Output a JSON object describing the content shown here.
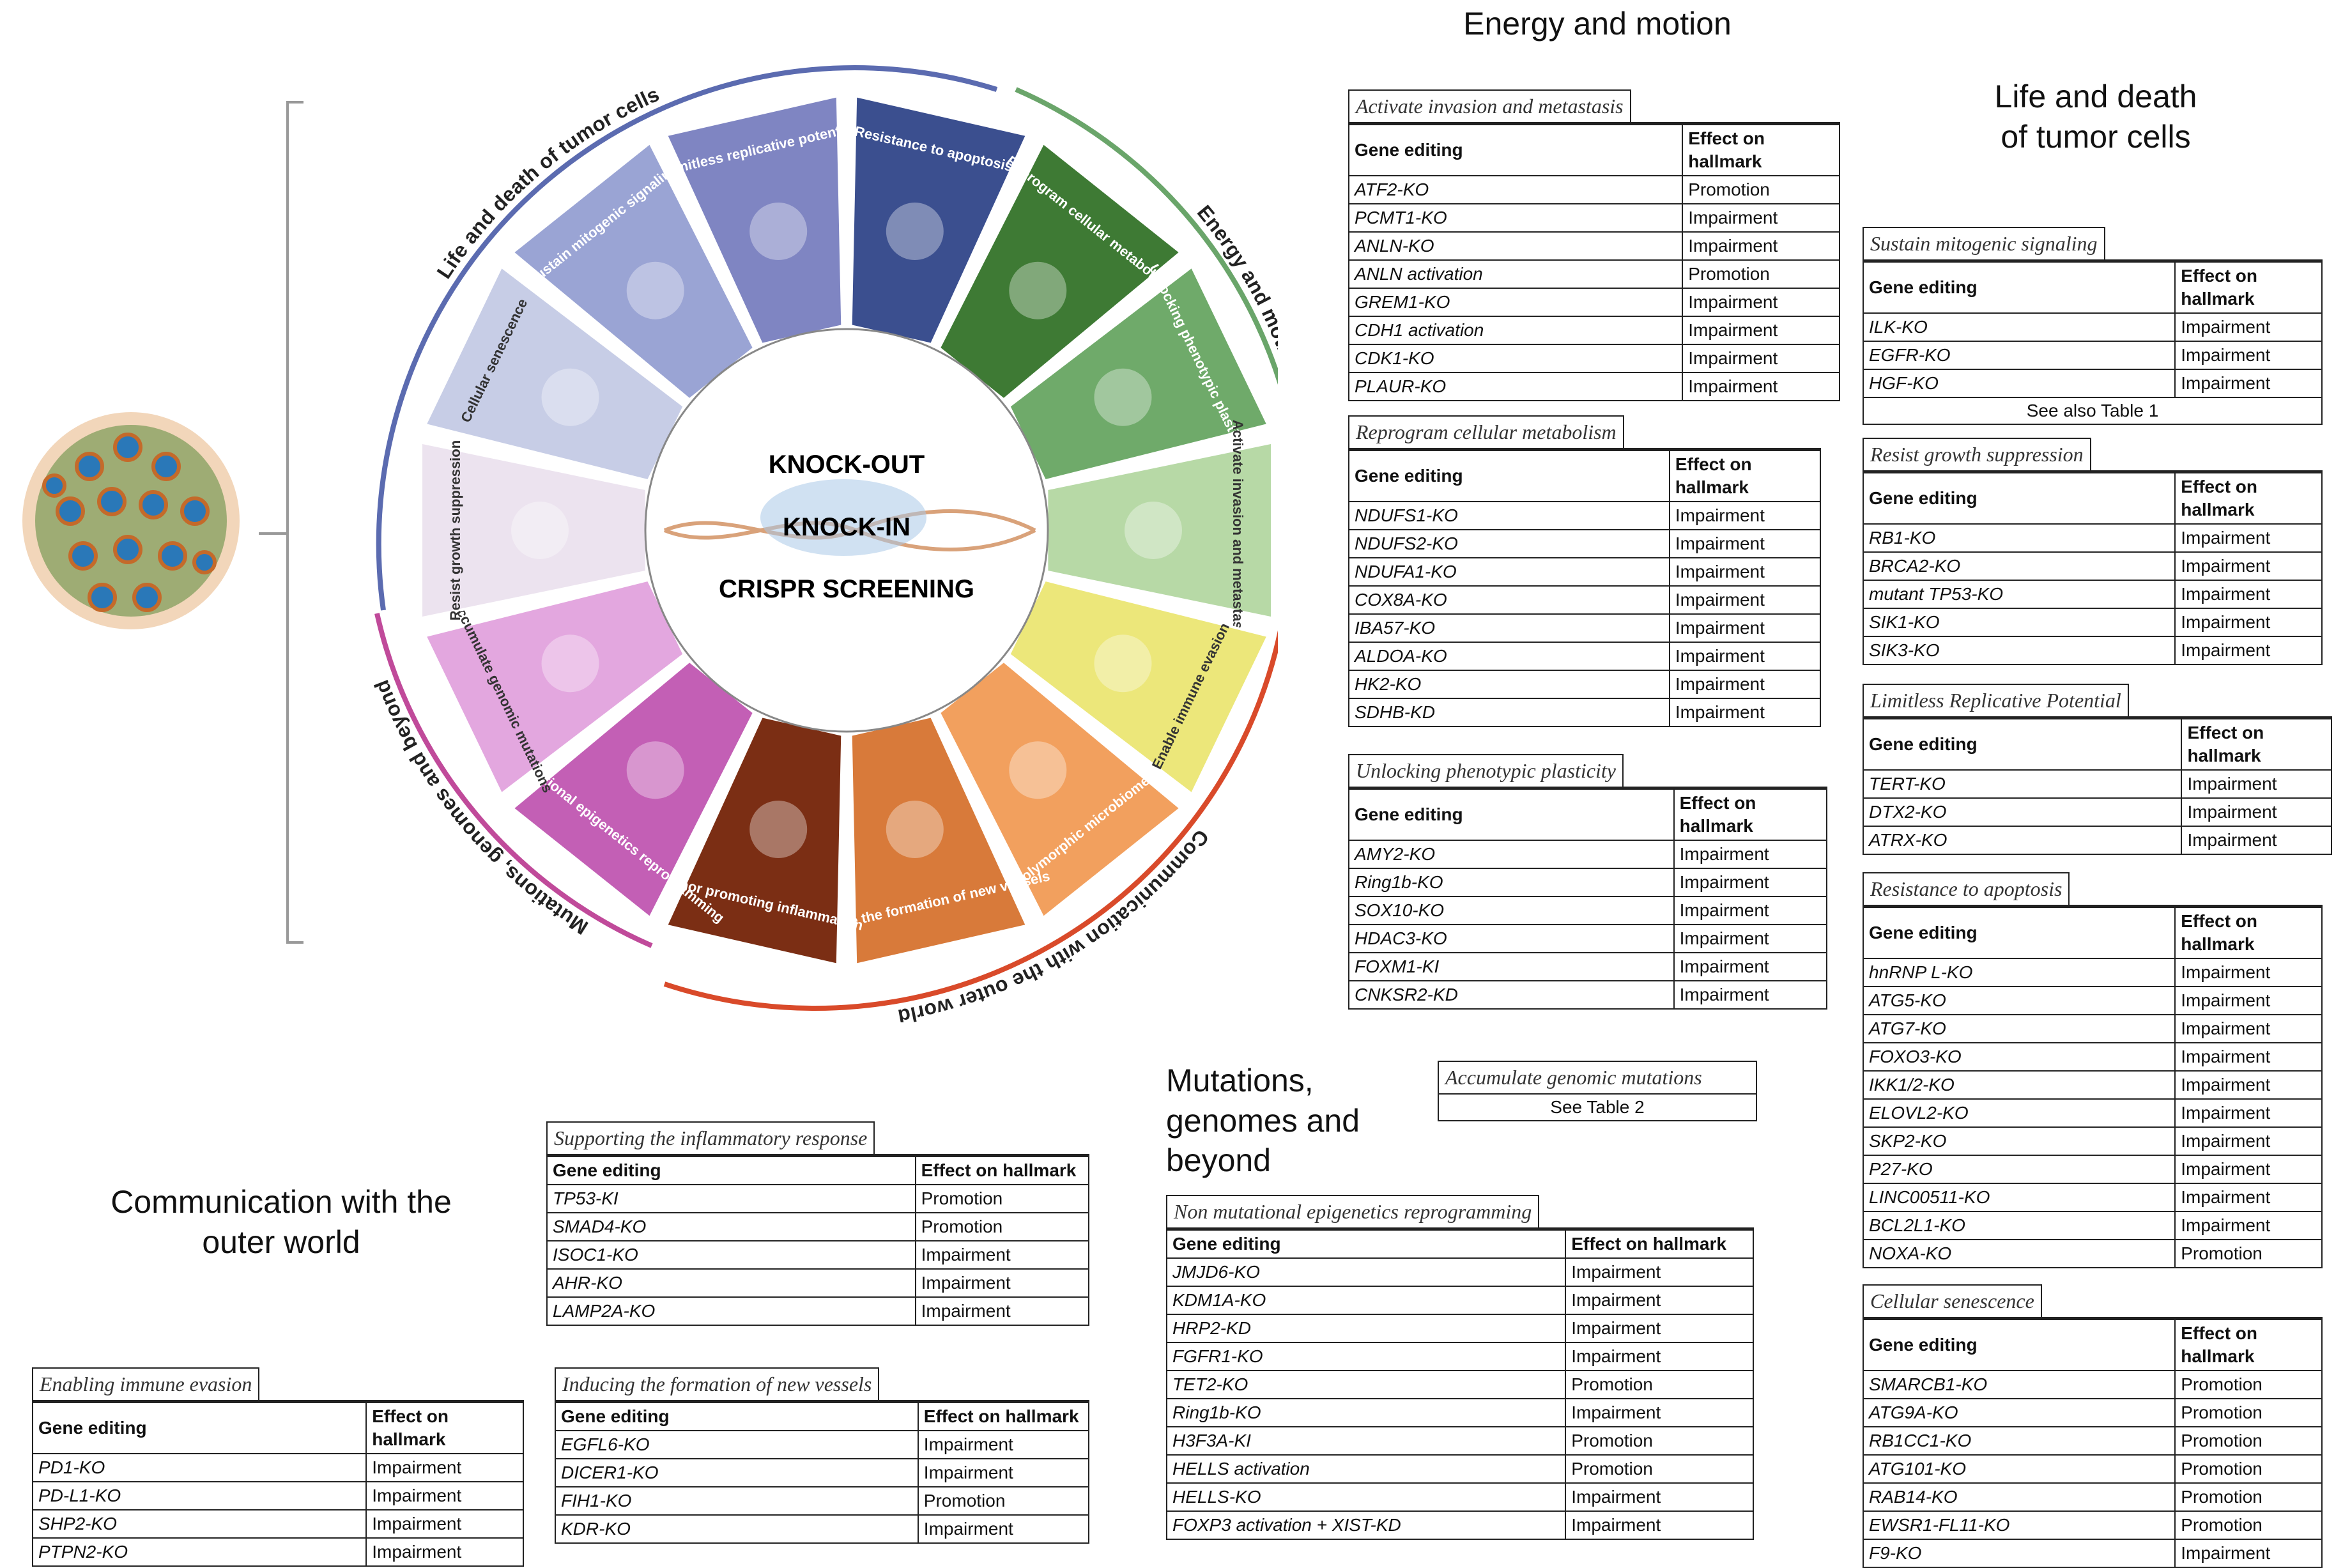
{
  "center": {
    "line1": "KNOCK-OUT",
    "line2": "KNOCK-IN",
    "line3": "CRISPR SCREENING"
  },
  "wheel": {
    "segments": [
      {
        "label": "Limitless replicative potential",
        "color": "#7f85c2",
        "icon": "infinity-icon"
      },
      {
        "label": "Resistance to apoptosis",
        "color": "#3b4f8f",
        "icon": "cross-icon"
      },
      {
        "label": "Reprogram cellular metabolism",
        "color": "#3e7a34",
        "icon": "atom-icon"
      },
      {
        "label": "Unlocking phenotypic plasticity",
        "color": "#6faa6a",
        "icon": "key-icon"
      },
      {
        "label": "Activate invasion and metastasis",
        "color": "#b7d9a6",
        "icon": "cell-icon"
      },
      {
        "label": "Enable immune evasion",
        "color": "#ece77a",
        "icon": "immune-cells-icon"
      },
      {
        "label": "Polymorphic microbiomes",
        "color": "#f2a05e",
        "icon": "bacteria-icon"
      },
      {
        "label": "Induce the formation of new vessels",
        "color": "#d87a3a",
        "icon": "vessel-icon"
      },
      {
        "label": "Tumor promoting inflammation",
        "color": "#7b2e14",
        "icon": "flame-icon"
      },
      {
        "label": "Non mutational epigenetics reprogramming",
        "color": "#c35fb5",
        "icon": "chromatin-icon"
      },
      {
        "label": "Accumulate genomic mutations",
        "color": "#e3a7df",
        "icon": "dna-icon"
      },
      {
        "label": "Resist growth suppression",
        "color": "#ece3ef",
        "icon": "stop-icon"
      },
      {
        "label": "Cellular senescence",
        "color": "#c7cde6",
        "icon": "leaf-icon"
      },
      {
        "label": "Sustain mitogenic signaling",
        "color": "#9aa4d4",
        "icon": "arrow-icon"
      }
    ],
    "rings": [
      {
        "label": "Life and death of tumor cells",
        "color": "#5b6bb0"
      },
      {
        "label": "Energy and motion",
        "color": "#6aa56a"
      },
      {
        "label": "Communication with the outer world",
        "color": "#d94a2a"
      },
      {
        "label": "Mutations, genomes and beyond",
        "color": "#c04a9a"
      }
    ]
  },
  "headings": {
    "energy": "Energy and motion",
    "life_line1": "Life and death",
    "life_line2": "of tumor cells",
    "mutations_line1": "Mutations,",
    "mutations_line2": "genomes and",
    "mutations_line3": "beyond",
    "comm_line1": "Communication with the",
    "comm_line2": "outer world"
  },
  "accumulate": {
    "title": "Accumulate genomic mutations",
    "note": "See Table 2"
  },
  "tables": {
    "invasion": {
      "title": "Activate invasion and metastasis",
      "headers": [
        "Gene editing",
        "Effect on hallmark"
      ],
      "rows": [
        [
          "ATF2-KO",
          "Promotion"
        ],
        [
          "PCMT1-KO",
          "Impairment"
        ],
        [
          "ANLN-KO",
          "Impairment"
        ],
        [
          "ANLN activation",
          "Promotion"
        ],
        [
          "GREM1-KO",
          "Impairment"
        ],
        [
          "CDH1 activation",
          "Impairment"
        ],
        [
          "CDK1-KO",
          "Impairment"
        ],
        [
          "PLAUR-KO",
          "Impairment"
        ]
      ]
    },
    "metabolism": {
      "title": "Reprogram cellular metabolism",
      "headers": [
        "Gene editing",
        "Effect on hallmark"
      ],
      "rows": [
        [
          "NDUFS1-KO",
          "Impairment"
        ],
        [
          "NDUFS2-KO",
          "Impairment"
        ],
        [
          "NDUFA1-KO",
          "Impairment"
        ],
        [
          "COX8A-KO",
          "Impairment"
        ],
        [
          "IBA57-KO",
          "Impairment"
        ],
        [
          "ALDOA-KO",
          "Impairment"
        ],
        [
          "HK2-KO",
          "Impairment"
        ],
        [
          "SDHB-KD",
          "Impairment"
        ]
      ]
    },
    "plasticity": {
      "title": "Unlocking phenotypic plasticity",
      "headers": [
        "Gene editing",
        "Effect on hallmark"
      ],
      "rows": [
        [
          "AMY2-KO",
          "Impairment"
        ],
        [
          "Ring1b-KO",
          "Impairment"
        ],
        [
          "SOX10-KO",
          "Impairment"
        ],
        [
          "HDAC3-KO",
          "Impairment"
        ],
        [
          "FOXM1-KI",
          "Impairment"
        ],
        [
          "CNKSR2-KD",
          "Impairment"
        ]
      ]
    },
    "mitogenic": {
      "title": "Sustain mitogenic signaling",
      "headers": [
        "Gene editing",
        "Effect on hallmark"
      ],
      "rows": [
        [
          "ILK-KO",
          "Impairment"
        ],
        [
          "EGFR-KO",
          "Impairment"
        ],
        [
          "HGF-KO",
          "Impairment"
        ]
      ],
      "note": "See also Table 1"
    },
    "growth": {
      "title": "Resist growth suppression",
      "headers": [
        "Gene editing",
        "Effect on hallmark"
      ],
      "rows": [
        [
          "RB1-KO",
          "Impairment"
        ],
        [
          "BRCA2-KO",
          "Impairment"
        ],
        [
          "mutant TP53-KO",
          "Impairment"
        ],
        [
          "SIK1-KO",
          "Impairment"
        ],
        [
          "SIK3-KO",
          "Impairment"
        ]
      ]
    },
    "replicative": {
      "title": "Limitless Replicative Potential",
      "headers": [
        "Gene editing",
        "Effect on hallmark"
      ],
      "rows": [
        [
          "TERT-KO",
          "Impairment"
        ],
        [
          "DTX2-KO",
          "Impairment"
        ],
        [
          "ATRX-KO",
          "Impairment"
        ]
      ]
    },
    "apoptosis": {
      "title": "Resistance to apoptosis",
      "headers": [
        "Gene editing",
        "Effect on hallmark"
      ],
      "rows": [
        [
          "hnRNP L-KO",
          "Impairment"
        ],
        [
          "ATG5-KO",
          "Impairment"
        ],
        [
          "ATG7-KO",
          "Impairment"
        ],
        [
          "FOXO3-KO",
          "Impairment"
        ],
        [
          "IKK1/2-KO",
          "Impairment"
        ],
        [
          "ELOVL2-KO",
          "Impairment"
        ],
        [
          "SKP2-KO",
          "Impairment"
        ],
        [
          "P27-KO",
          "Impairment"
        ],
        [
          "LINC00511-KO",
          "Impairment"
        ],
        [
          "BCL2L1-KO",
          "Impairment"
        ],
        [
          "NOXA-KO",
          "Promotion"
        ]
      ]
    },
    "senescence": {
      "title": "Cellular senescence",
      "headers": [
        "Gene editing",
        "Effect on hallmark"
      ],
      "rows": [
        [
          "SMARCB1-KO",
          "Promotion"
        ],
        [
          "ATG9A-KO",
          "Promotion"
        ],
        [
          "RB1CC1-KO",
          "Promotion"
        ],
        [
          "ATG101-KO",
          "Promotion"
        ],
        [
          "RAB14-KO",
          "Promotion"
        ],
        [
          "EWSR1-FL11-KO",
          "Promotion"
        ],
        [
          "F9-KO",
          "Impairment"
        ]
      ]
    },
    "epigenetics": {
      "title": "Non mutational epigenetics reprogramming",
      "headers": [
        "Gene editing",
        "Effect on hallmark"
      ],
      "rows": [
        [
          "JMJD6-KO",
          "Impairment"
        ],
        [
          "KDM1A-KO",
          "Impairment"
        ],
        [
          "HRP2-KD",
          "Impairment"
        ],
        [
          "FGFR1-KO",
          "Impairment"
        ],
        [
          "TET2-KO",
          "Promotion"
        ],
        [
          "Ring1b-KO",
          "Impairment"
        ],
        [
          "H3F3A-KI",
          "Promotion"
        ],
        [
          "HELLS activation",
          "Promotion"
        ],
        [
          "HELLS-KO",
          "Impairment"
        ],
        [
          "FOXP3 activation + XIST-KD",
          "Impairment"
        ]
      ]
    },
    "inflammatory": {
      "title": "Supporting the inflammatory response",
      "headers": [
        "Gene editing",
        "Effect on hallmark"
      ],
      "rows": [
        [
          "TP53-KI",
          "Promotion"
        ],
        [
          "SMAD4-KO",
          "Promotion"
        ],
        [
          "ISOC1-KO",
          "Impairment"
        ],
        [
          "AHR-KO",
          "Impairment"
        ],
        [
          "LAMP2A-KO",
          "Impairment"
        ]
      ]
    },
    "immune": {
      "title": "Enabling immune evasion",
      "headers": [
        "Gene editing",
        "Effect on hallmark"
      ],
      "rows": [
        [
          "PD1-KO",
          "Impairment"
        ],
        [
          "PD-L1-KO",
          "Impairment"
        ],
        [
          "SHP2-KO",
          "Impairment"
        ],
        [
          "PTPN2-KO",
          "Impairment"
        ]
      ]
    },
    "vessels": {
      "title": "Inducing the formation of new vessels",
      "headers": [
        "Gene editing",
        "Effect on hallmark"
      ],
      "rows": [
        [
          "EGFL6-KO",
          "Impairment"
        ],
        [
          "DICER1-KO",
          "Impairment"
        ],
        [
          "FIH1-KO",
          "Promotion"
        ],
        [
          "KDR-KO",
          "Impairment"
        ]
      ]
    }
  }
}
